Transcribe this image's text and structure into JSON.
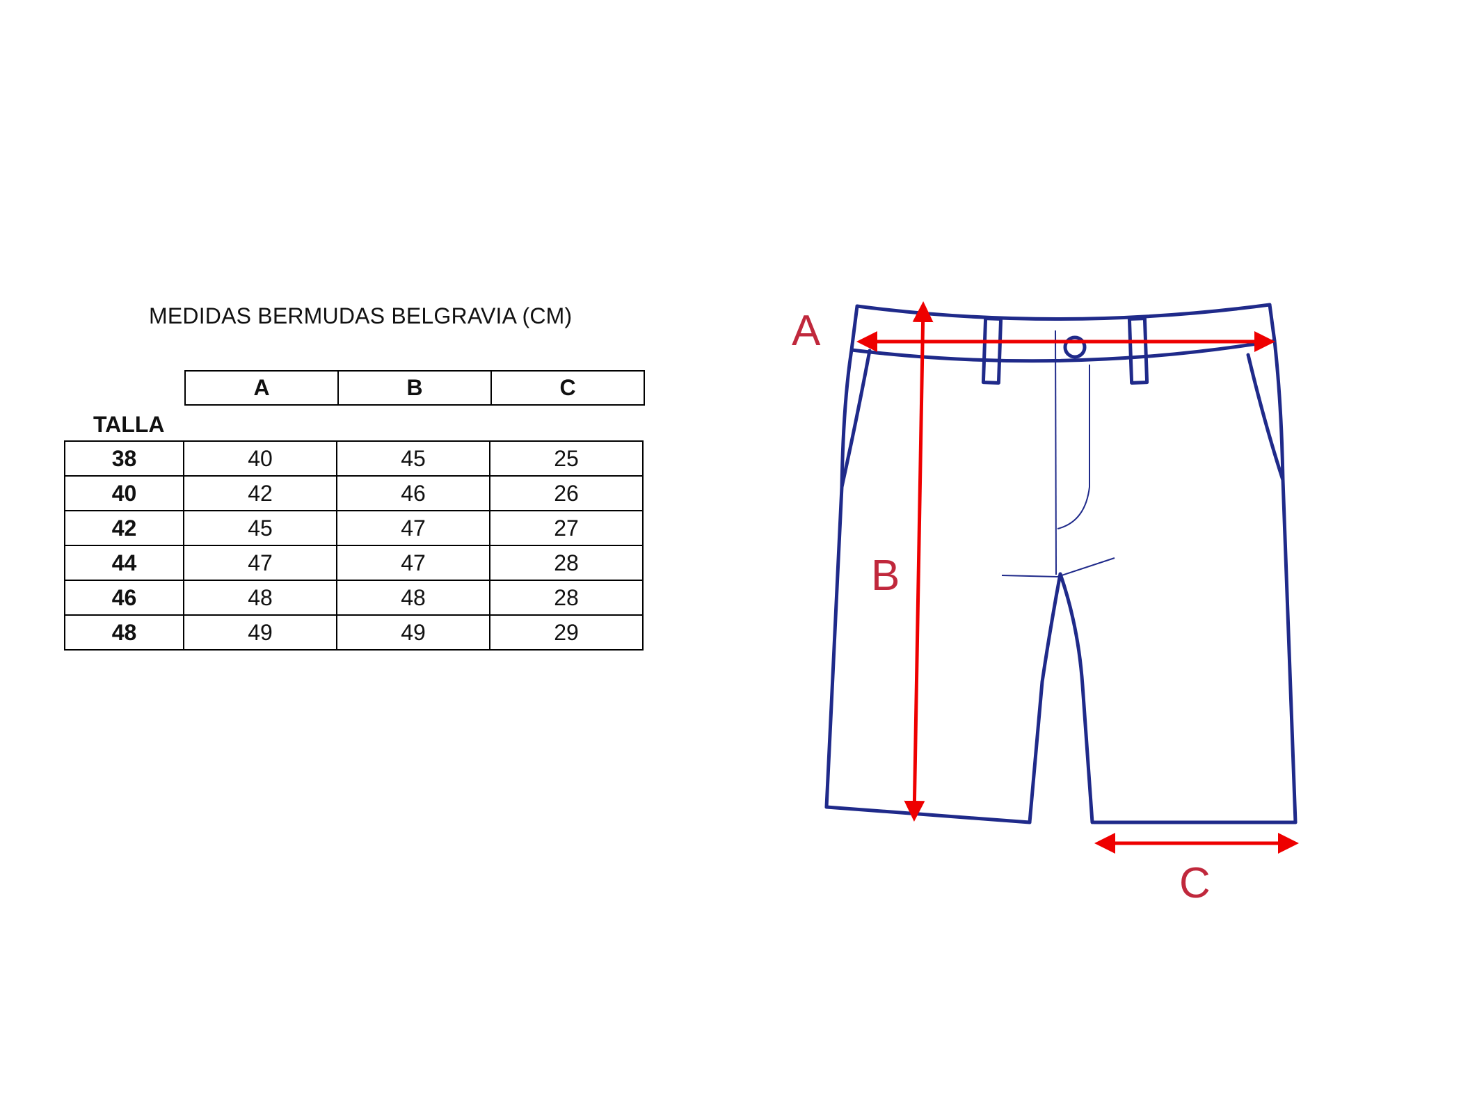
{
  "title": "MEDIDAS BERMUDAS BELGRAVIA (CM)",
  "row_header_label": "TALLA",
  "columns": [
    "A",
    "B",
    "C"
  ],
  "rows": [
    {
      "talla": "38",
      "values": [
        "40",
        "45",
        "25"
      ]
    },
    {
      "talla": "40",
      "values": [
        "42",
        "46",
        "26"
      ]
    },
    {
      "talla": "42",
      "values": [
        "45",
        "47",
        "27"
      ]
    },
    {
      "talla": "44",
      "values": [
        "47",
        "47",
        "28"
      ]
    },
    {
      "talla": "46",
      "values": [
        "48",
        "48",
        "28"
      ]
    },
    {
      "talla": "48",
      "values": [
        "49",
        "49",
        "29"
      ]
    }
  ],
  "diagram": {
    "labels": {
      "a": "A",
      "b": "B",
      "c": "C"
    },
    "colors": {
      "outline": "#1f2a8a",
      "arrow": "#ee0000",
      "label": "#c0283c"
    }
  }
}
